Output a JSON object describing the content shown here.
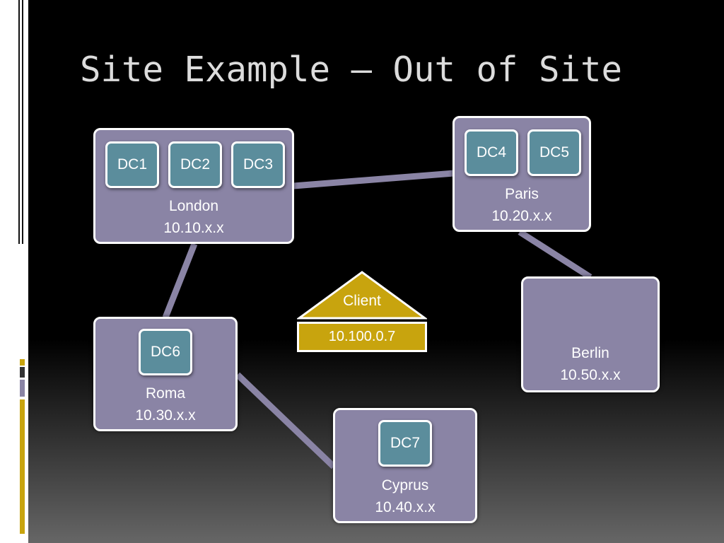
{
  "title": "Site Example – Out of Site",
  "colors": {
    "site_fill": "#8a84a5",
    "dc_fill": "#5b8d9c",
    "client_fill": "#c8a40e",
    "link": "#8a84a5",
    "accent": "#c8a40e"
  },
  "sites": {
    "london": {
      "name": "London",
      "subnet": "10.10.x.x",
      "dcs": [
        "DC1",
        "DC2",
        "DC3"
      ]
    },
    "paris": {
      "name": "Paris",
      "subnet": "10.20.x.x",
      "dcs": [
        "DC4",
        "DC5"
      ]
    },
    "roma": {
      "name": "Roma",
      "subnet": "10.30.x.x",
      "dcs": [
        "DC6"
      ]
    },
    "cyprus": {
      "name": "Cyprus",
      "subnet": "10.40.x.x",
      "dcs": [
        "DC7"
      ]
    },
    "berlin": {
      "name": "Berlin",
      "subnet": "10.50.x.x",
      "dcs": []
    }
  },
  "links": [
    [
      "london",
      "paris"
    ],
    [
      "london",
      "roma"
    ],
    [
      "roma",
      "cyprus"
    ],
    [
      "paris",
      "berlin"
    ]
  ],
  "client": {
    "label": "Client",
    "ip": "10.100.0.7"
  }
}
